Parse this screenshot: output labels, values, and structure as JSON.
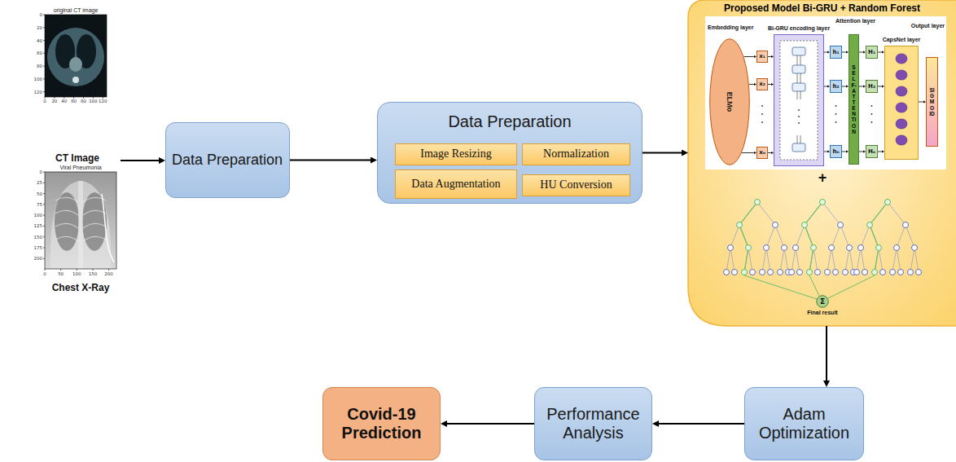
{
  "diagram": {
    "nodes": [
      {
        "text": [
          "Data Preparation"
        ]
      },
      {
        "text": [
          "Data Preparation"
        ]
      },
      {
        "text": [
          "Image Resizing"
        ],
        "in": 1
      },
      {
        "text": [
          "Normalization"
        ],
        "in": 1
      },
      {
        "text": [
          "Data Augmentation"
        ],
        "in": 1
      },
      {
        "text": [
          "HU Conversion"
        ],
        "in": 1
      },
      {
        "text": [
          "Proposed Model Bi-GRU + Random Forest"
        ]
      },
      {
        "text": [
          "ELMo"
        ],
        "in": 6
      },
      {
        "text": [
          "x₁"
        ],
        "in": 6
      },
      {
        "text": [
          "x₂"
        ],
        "in": 6
      },
      {
        "text": [
          "xₙ"
        ],
        "in": 6
      },
      {
        "text": [
          "Bi-GRU encoding layer"
        ],
        "in": 6
      },
      {
        "text": [
          "h₁"
        ],
        "in": 6
      },
      {
        "text": [
          "h₂"
        ],
        "in": 6
      },
      {
        "text": [
          "hₙ"
        ],
        "in": 6
      },
      {
        "text": [
          "SELF-ATTENTION"
        ],
        "in": 6
      },
      {
        "text": [
          "H₁"
        ],
        "in": 6
      },
      {
        "text": [
          "H₂"
        ],
        "in": 6
      },
      {
        "text": [
          "Hₙ"
        ],
        "in": 6
      },
      {
        "text": [
          "CapsNet layer"
        ],
        "in": 6
      },
      {
        "text": [
          "SIGMOID"
        ],
        "in": 6
      },
      {
        "text": [
          "Σ",
          "Final result"
        ],
        "in": 6
      },
      {
        "text": [
          "Adam Optimization"
        ]
      },
      {
        "text": [
          "Performance Analysis"
        ]
      },
      {
        "text": [
          "Covid-19 Prediction"
        ]
      }
    ],
    "edges": [
      {
        "from": 0,
        "to": 1,
        "arrow": "to"
      },
      {
        "from": 1,
        "to": 6,
        "arrow": "to"
      },
      {
        "from": 6,
        "to": 22,
        "arrow": "to"
      },
      {
        "from": 22,
        "to": 23,
        "arrow": "to"
      },
      {
        "from": 23,
        "to": 24,
        "arrow": "to"
      },
      {
        "from": 7,
        "to": 8,
        "arrow": "to"
      },
      {
        "from": 7,
        "to": 9,
        "arrow": "to"
      },
      {
        "from": 7,
        "to": 10,
        "arrow": "to"
      },
      {
        "from": 8,
        "to": 11,
        "arrow": "to"
      },
      {
        "from": 9,
        "to": 11,
        "arrow": "to"
      },
      {
        "from": 10,
        "to": 11,
        "arrow": "to"
      },
      {
        "from": 11,
        "to": 12,
        "arrow": "to"
      },
      {
        "from": 11,
        "to": 13,
        "arrow": "to"
      },
      {
        "from": 11,
        "to": 14,
        "arrow": "to"
      },
      {
        "from": 12,
        "to": 15,
        "arrow": "to"
      },
      {
        "from": 13,
        "to": 15,
        "arrow": "to"
      },
      {
        "from": 14,
        "to": 15,
        "arrow": "to"
      },
      {
        "from": 15,
        "to": 16,
        "arrow": "to"
      },
      {
        "from": 15,
        "to": 17,
        "arrow": "to"
      },
      {
        "from": 15,
        "to": 18,
        "arrow": "to"
      },
      {
        "from": 16,
        "to": 19,
        "arrow": "to"
      },
      {
        "from": 17,
        "to": 19,
        "arrow": "to"
      },
      {
        "from": 18,
        "to": 19,
        "arrow": "to"
      },
      {
        "from": 19,
        "to": 20,
        "arrow": "to"
      }
    ],
    "labels": [
      "original CT image",
      "0",
      "20",
      "40",
      "60",
      "80",
      "100",
      "120",
      "0",
      "20",
      "40",
      "60",
      "80",
      "100",
      "120",
      "CT Image",
      "Viral Pneumonia",
      "0",
      "25",
      "50",
      "75",
      "100",
      "125",
      "150",
      "175",
      "200",
      "0",
      "50",
      "100",
      "150",
      "200",
      "Chest X-Ray",
      "Embedding layer",
      "Attention layer",
      "Output layer",
      "+"
    ]
  }
}
